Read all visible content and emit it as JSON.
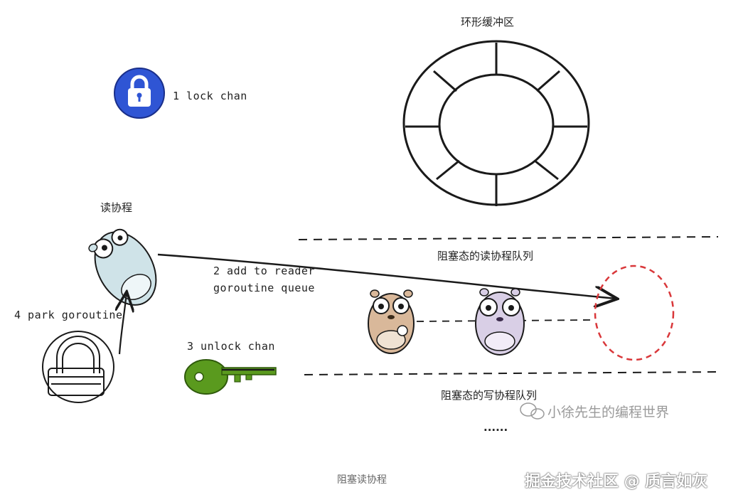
{
  "labels": {
    "ring_buffer": "环形缓冲区",
    "lock_chan": "1 lock chan",
    "reader_goroutine": "读协程",
    "add_to_queue_line1": "2 add to reader",
    "add_to_queue_line2": "goroutine queue",
    "park_goroutine": "4 park goroutine",
    "unlock_chan": "3 unlock chan",
    "blocked_readers_queue": "阻塞态的读协程队列",
    "blocked_writers_queue": "阻塞态的写协程队列",
    "ellipsis": "......",
    "caption": "阻塞读协程"
  },
  "watermarks": {
    "wechat": "小徐先生的编程世界",
    "juejin": "掘金技术社区 @ 质言如灰"
  },
  "colors": {
    "lock_blue": "#2f55d4",
    "key_green": "#5a9a1e",
    "gopher_blue": "#cfe3e8",
    "gopher_brown": "#d9b89a",
    "gopher_purple": "#d9cfe6",
    "dashed_red": "#d9373a",
    "ink": "#1a1a1a"
  },
  "icons": [
    "lock-icon",
    "padlock-icon",
    "key-icon",
    "gopher-icon"
  ]
}
